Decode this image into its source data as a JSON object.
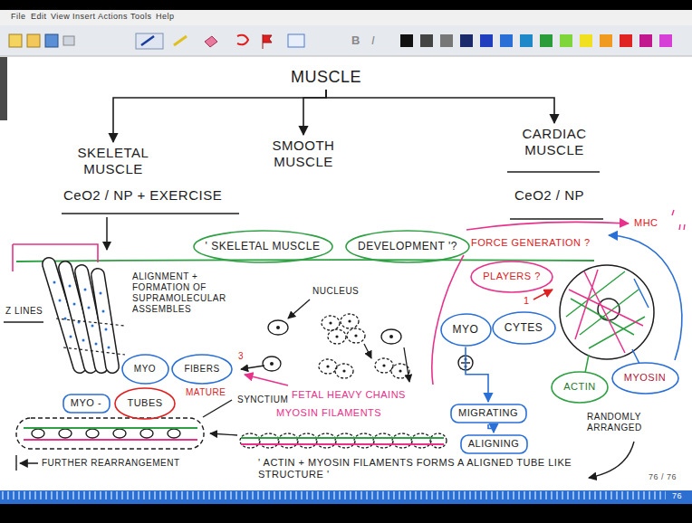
{
  "diagram": {
    "nodes": [
      {
        "text": [
          "MUSCLE"
        ]
      },
      {
        "text": [
          "SKELETAL MUSCLE"
        ]
      },
      {
        "text": [
          "SMOOTH MUSCLE"
        ]
      },
      {
        "text": [
          "CARDIAC MUSCLE"
        ]
      },
      {
        "text": [
          "' SKELETAL MUSCLE"
        ]
      },
      {
        "text": [
          "DEVELOPMENT '?"
        ]
      },
      {
        "text": [
          "PLAYERS ?"
        ]
      },
      {
        "text": [
          "MYO"
        ]
      },
      {
        "text": [
          "CYTES"
        ]
      },
      {
        "text": [
          "MIGRATING"
        ]
      },
      {
        "text": [
          "ALIGNING"
        ]
      },
      {
        "text": [
          "MYO"
        ]
      },
      {
        "text": [
          "FIBERS"
        ]
      },
      {
        "text": [
          "MYO -"
        ]
      },
      {
        "text": [
          "TUBES"
        ]
      },
      {
        "text": [
          "ACTIN"
        ]
      },
      {
        "text": [
          "MYOSIN"
        ]
      }
    ],
    "edges": [
      {
        "from": 0,
        "to": 1,
        "arrow": "to"
      },
      {
        "from": 0,
        "to": 2,
        "arrow": "to"
      },
      {
        "from": 0,
        "to": 3,
        "arrow": "to"
      },
      {
        "from": 7,
        "to": 9,
        "arrow": "to"
      },
      {
        "from": 9,
        "to": 10,
        "arrow": "to"
      }
    ],
    "labels": [
      "File",
      "Edit",
      "View",
      "Insert",
      "Actions",
      "Tools",
      "Help",
      "B",
      "I",
      "CeO2 / NP + EXERCISE",
      "CeO2 / NP",
      "FORCE GENERATION ?",
      "MHC",
      "1",
      "ALIGNMENT + FORMATION OF SUPRAMOLECULAR ASSEMBLES",
      "Z LINES",
      "NUCLEUS",
      "3",
      "MATURE",
      "SYNCTIUM",
      "FETAL HEAVY CHAINS",
      "MYOSIN FILAMENTS",
      "RANDOMLY ARRANGED",
      "FURTHER REARRANGEMENT",
      "' ACTIN + MYOSIN FILAMENTS FORMS A ALIGNED TUBE LIKE STRUCTURE '",
      "76 / 76",
      "76"
    ]
  }
}
